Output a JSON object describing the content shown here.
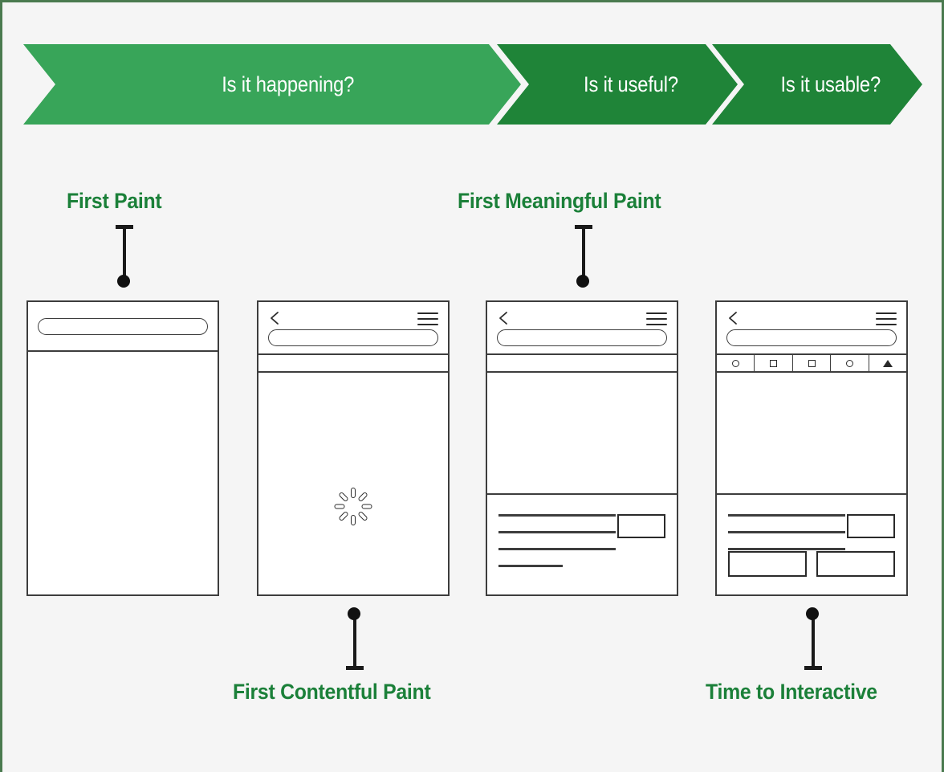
{
  "theme": {
    "page_background": "#f5f5f5",
    "page_border": "#4a7a4f",
    "accent_green_light": "#38a559",
    "accent_green_dark": "#1f8438",
    "label_green": "#1b8039",
    "wireframe_stroke": "#3d3d3d"
  },
  "banner": {
    "phases": [
      {
        "label": "Is it happening?",
        "color": "#38a559"
      },
      {
        "label": "Is it useful?",
        "color": "#1f8438"
      },
      {
        "label": "Is it usable?",
        "color": "#1f8438"
      }
    ]
  },
  "metrics": [
    {
      "key": "fp",
      "label": "First Paint",
      "position": "top"
    },
    {
      "key": "fmp",
      "label": "First Meaningful Paint",
      "position": "top"
    },
    {
      "key": "fcp",
      "label": "First Contentful Paint",
      "position": "bottom"
    },
    {
      "key": "tti",
      "label": "Time to Interactive",
      "position": "bottom"
    }
  ],
  "phones": [
    {
      "name": "first-paint-frame",
      "has_back": false,
      "has_menu": false,
      "has_urlbar": true,
      "has_strip": false,
      "has_tabs": false,
      "has_spinner": false,
      "has_hero": false,
      "has_text_lines": false,
      "has_thumbnail": false,
      "has_buttons": false
    },
    {
      "name": "first-contentful-paint-frame",
      "has_back": true,
      "has_menu": true,
      "has_urlbar": true,
      "has_strip": true,
      "has_tabs": false,
      "has_spinner": true,
      "has_hero": false,
      "has_text_lines": false,
      "has_thumbnail": false,
      "has_buttons": false
    },
    {
      "name": "first-meaningful-paint-frame",
      "has_back": true,
      "has_menu": true,
      "has_urlbar": true,
      "has_strip": true,
      "has_tabs": false,
      "has_spinner": false,
      "has_hero": true,
      "has_text_lines": true,
      "has_thumbnail": true,
      "has_buttons": false
    },
    {
      "name": "time-to-interactive-frame",
      "has_back": true,
      "has_menu": true,
      "has_urlbar": true,
      "has_strip": false,
      "has_tabs": true,
      "has_spinner": false,
      "has_hero": true,
      "has_text_lines": true,
      "has_thumbnail": true,
      "has_buttons": true
    }
  ],
  "toolbar_icons": [
    "circle-icon",
    "square-icon",
    "square-icon",
    "circle-icon",
    "triangle-icon"
  ],
  "wireframe": {
    "back_icon": "chevron-left-icon",
    "menu_icon": "hamburger-menu-icon",
    "url_bar": "address-bar",
    "spinner": "loading-spinner-icon",
    "text_lines": 4,
    "action_buttons": 2
  }
}
